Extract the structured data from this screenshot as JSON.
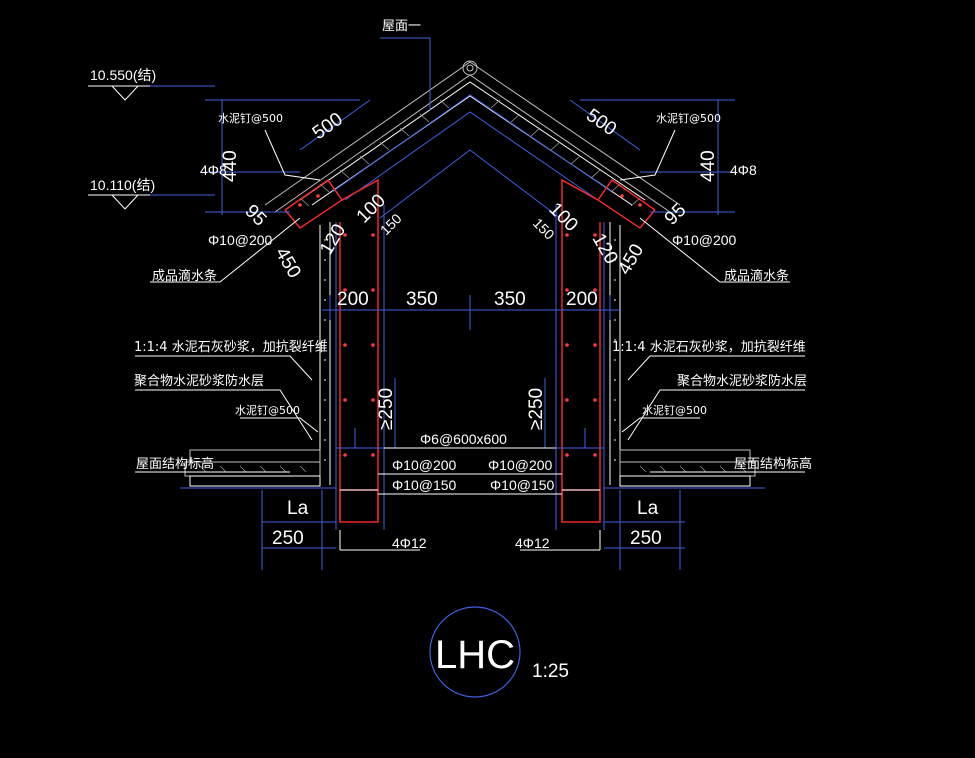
{
  "labels": {
    "roof": "屋面一",
    "elev_top": "10.550(结)",
    "elev_mid": "10.110(结)",
    "nail_left": "水泥钉@500",
    "nail_right": "水泥钉@500",
    "nail_left_low": "水泥钉@500",
    "nail_right_low": "水泥钉@500",
    "drip_left": "成品滴水条",
    "drip_right": "成品滴水条",
    "mortar_left": "1:1:4 水泥石灰砂浆，加抗裂纤维",
    "mortar_right": "1:1:4 水泥石灰砂浆，加抗裂纤维",
    "waterproof_left": "聚合物水泥砂浆防水层",
    "waterproof_right": "聚合物水泥砂浆防水层",
    "roof_struct_left": "屋面结构标高",
    "roof_struct_right": "屋面结构标高"
  },
  "dims": {
    "slab_left": "500",
    "slab_right": "500",
    "h_left": "440",
    "h_right": "440",
    "bar_left": "4Φ8",
    "bar_right": "4Φ8",
    "d95_left": "95",
    "d95_right": "95",
    "d100_left": "100",
    "d100_right": "100",
    "d150_left": "150",
    "d150_right": "150",
    "d120_left": "120",
    "d120_right": "120",
    "d450_left": "450",
    "d450_right": "450",
    "stir_left": "Φ10@200",
    "stir_right": "Φ10@200",
    "w200_left": "200",
    "w350_left": "350",
    "w350_right": "350",
    "w200_right": "200",
    "ge250_left": "≥250",
    "ge250_right": "≥250",
    "mesh": "Φ6@600x600",
    "b200_left": "Φ10@200",
    "b200_right": "Φ10@200",
    "b150_left": "Φ10@150",
    "b150_right": "Φ10@150",
    "la_left": "La",
    "la_right": "La",
    "w250_left": "250",
    "w250_right": "250",
    "bars12_left": "4Φ12",
    "bars12_right": "4Φ12"
  },
  "title": {
    "code": "LHC",
    "scale": "1:25"
  }
}
